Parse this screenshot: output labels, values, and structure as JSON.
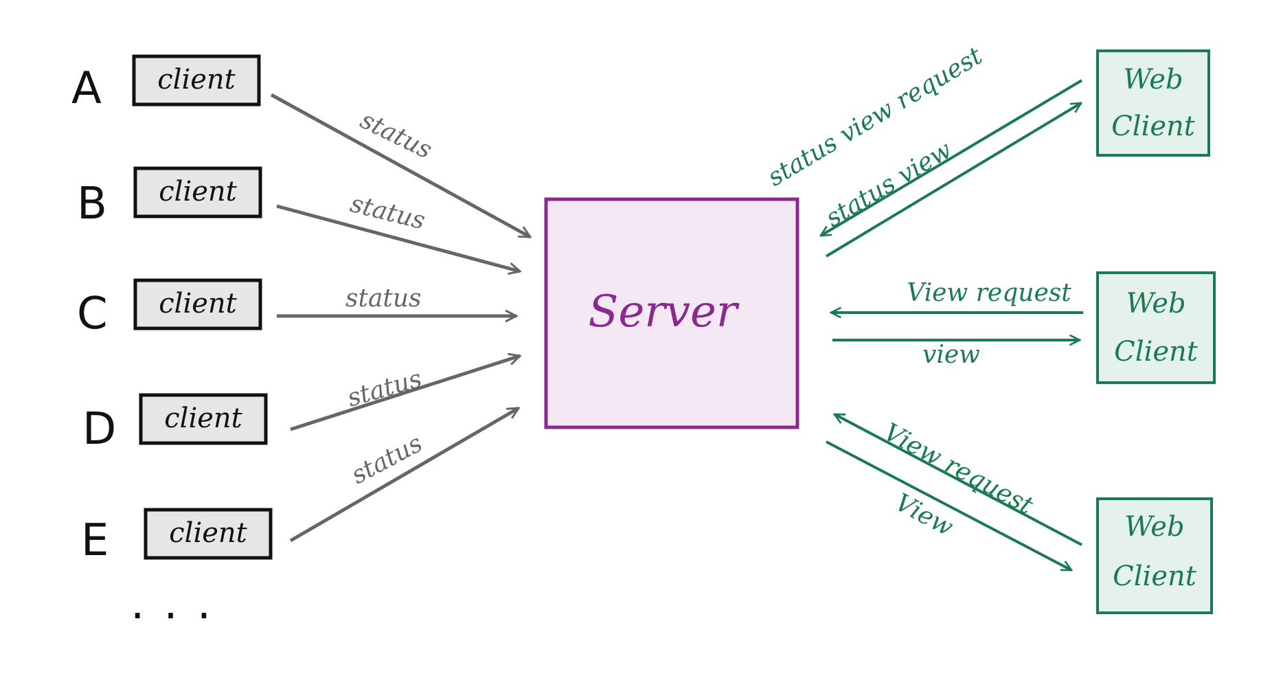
{
  "left_clients": [
    {
      "letter": "A",
      "label": "client",
      "edge_label": "status"
    },
    {
      "letter": "B",
      "label": "client",
      "edge_label": "status"
    },
    {
      "letter": "C",
      "label": "client",
      "edge_label": "status"
    },
    {
      "letter": "D",
      "label": "client",
      "edge_label": "status"
    },
    {
      "letter": "E",
      "label": "client",
      "edge_label": "status"
    }
  ],
  "ellipsis": "...",
  "server": {
    "label": "Server"
  },
  "web_clients": [
    {
      "line1": "Web",
      "line2": "Client",
      "request_label": "status view request",
      "response_label": "status view"
    },
    {
      "line1": "Web",
      "line2": "Client",
      "request_label": "View request",
      "response_label": "view"
    },
    {
      "line1": "Web",
      "line2": "Client",
      "request_label": "View request",
      "response_label": "View"
    }
  ],
  "colors": {
    "client_fill": "#e6e6e6",
    "client_stroke": "#111111",
    "status_arrow": "#666666",
    "server_fill": "#f3e8f4",
    "server_stroke": "#8a2a8e",
    "web_fill": "#e4f1ec",
    "web_stroke": "#1a7a50"
  }
}
